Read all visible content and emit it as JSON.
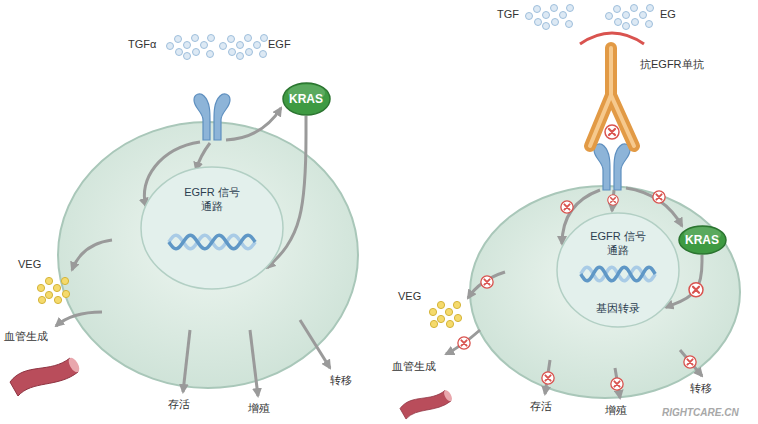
{
  "diagram": {
    "nodes": [
      {
        "text": [
          "EGFR 信号通路"
        ]
      },
      {
        "text": [
          "KRAS"
        ]
      },
      {
        "text": [
          "EGFR 信号通路",
          "基因转录"
        ]
      },
      {
        "text": [
          "KRAS"
        ]
      }
    ],
    "edges": [
      {
        "from": 1,
        "to": 0,
        "arrow": "to"
      },
      {
        "from": 3,
        "to": 2,
        "arrow": "to"
      }
    ],
    "labels": [
      "TGFα",
      "EGF",
      "VEG",
      "血管生成",
      "存活",
      "增殖",
      "转移",
      "TGF",
      "EG",
      "抗EGFR单抗",
      "VEG",
      "血管生成",
      "存活",
      "增殖",
      "转移",
      "RIGHTCARE.CN"
    ]
  }
}
